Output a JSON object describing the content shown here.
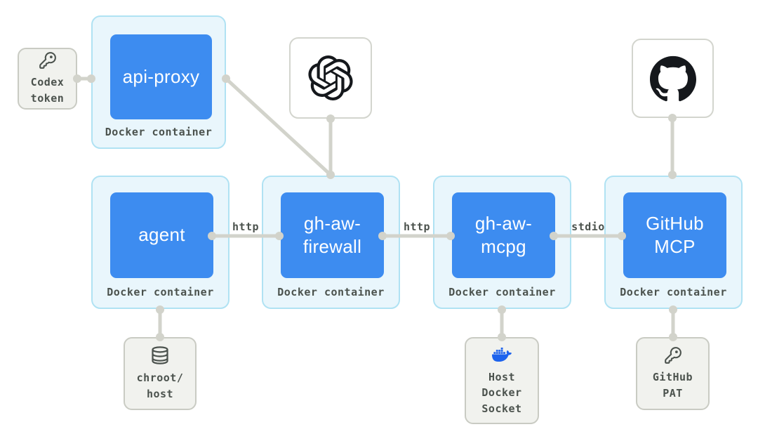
{
  "diagram": {
    "containers": [
      {
        "name": "api-proxy",
        "label": "api-proxy",
        "sublabel": "Docker container"
      },
      {
        "name": "agent",
        "label": "agent",
        "sublabel": "Docker container"
      },
      {
        "name": "gh-aw-firewall",
        "label": "gh-aw-\nfirewall",
        "sublabel": "Docker container"
      },
      {
        "name": "gh-aw-mcpg",
        "label": "gh-aw-\nmcpg",
        "sublabel": "Docker container"
      },
      {
        "name": "github-mcp",
        "label": "GitHub\nMCP",
        "sublabel": "Docker container"
      }
    ],
    "external_nodes": [
      {
        "name": "codex-token",
        "label": "Codex\ntoken",
        "icon": "key-icon"
      },
      {
        "name": "openai",
        "label": "",
        "icon": "openai-logo-icon"
      },
      {
        "name": "github",
        "label": "",
        "icon": "github-logo-icon"
      },
      {
        "name": "chroot-host",
        "label": "chroot/\nhost",
        "icon": "database-icon"
      },
      {
        "name": "host-docker-socket",
        "label": "Host\nDocker\nSocket",
        "icon": "docker-icon"
      },
      {
        "name": "github-pat",
        "label": "GitHub\nPAT",
        "icon": "key-icon"
      }
    ],
    "edges": [
      {
        "from": "agent",
        "to": "gh-aw-firewall",
        "label": "http"
      },
      {
        "from": "gh-aw-firewall",
        "to": "gh-aw-mcpg",
        "label": "http"
      },
      {
        "from": "gh-aw-mcpg",
        "to": "github-mcp",
        "label": "stdio"
      },
      {
        "from": "codex-token",
        "to": "api-proxy",
        "label": ""
      },
      {
        "from": "api-proxy",
        "to": "gh-aw-firewall",
        "label": ""
      },
      {
        "from": "openai",
        "to": "gh-aw-firewall",
        "label": ""
      },
      {
        "from": "github",
        "to": "github-mcp",
        "label": ""
      },
      {
        "from": "agent",
        "to": "chroot-host",
        "label": ""
      },
      {
        "from": "gh-aw-mcpg",
        "to": "host-docker-socket",
        "label": ""
      },
      {
        "from": "github-mcp",
        "to": "github-pat",
        "label": ""
      }
    ],
    "colors": {
      "node_blue": "#3d8cf0",
      "container_fill": "#e9f6fc",
      "container_border": "#b0e2f3",
      "resource_fill": "#f1f2ee",
      "resource_border": "#c9cbc3",
      "connector_gray": "#d2d3cb",
      "text_gray": "#4b524d",
      "docker_blue": "#1d63ed",
      "logo_black": "#15181c"
    }
  }
}
